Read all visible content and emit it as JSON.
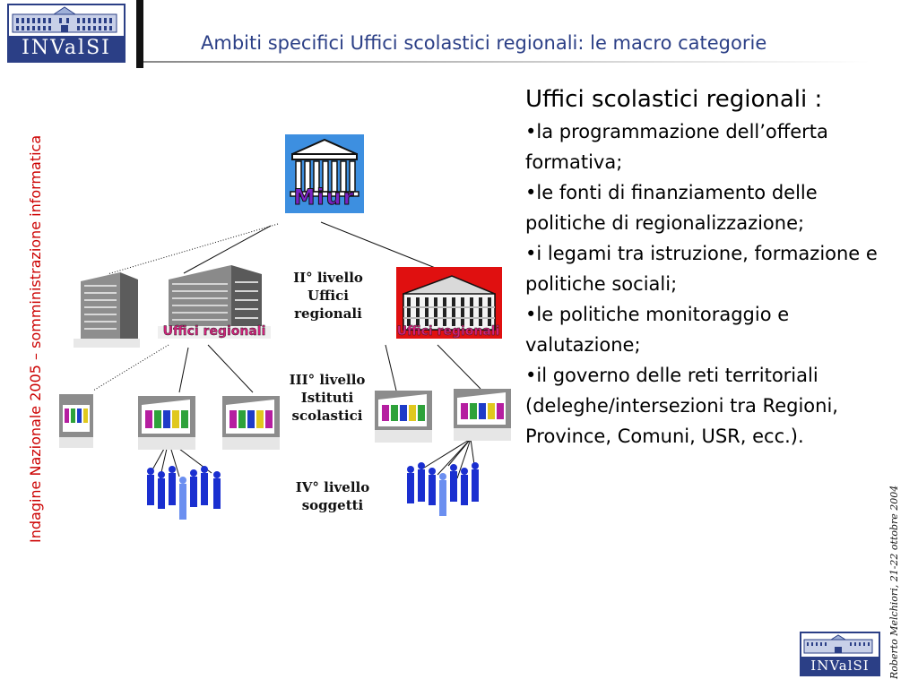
{
  "logo": {
    "word": "INValSI"
  },
  "slide": {
    "title": "Ambiti specifici Uffici scolastici regionali: le macro categorie"
  },
  "side_left": {
    "text": "Indagine Nazionale 2005 – somministrazione informatica"
  },
  "side_right": {
    "text": "Roberto Melchiori, 21-22 ottobre 2004"
  },
  "diagram": {
    "miur_label": "Miur",
    "office_label": "Uffici regionali",
    "levels": [
      {
        "lines": [
          "II° livello",
          "Uffici",
          "regionali"
        ]
      },
      {
        "lines": [
          "III° livello",
          "Istituti",
          "scolastici"
        ]
      },
      {
        "lines": [
          "IV° livello",
          "soggetti"
        ]
      }
    ]
  },
  "panel": {
    "heading": "Uffici scolastici regionali :",
    "bullets": [
      "•la programmazione dell’offerta formativa;",
      "•le fonti di finanziamento delle politiche di regionalizzazione;",
      "•i legami tra istruzione, formazione e politiche sociali;",
      "•le politiche monitoraggio e valutazione;",
      "•il governo delle reti territoriali (deleghe/intersezioni tra Regioni, Province, Comuni, USR, ecc.)."
    ]
  },
  "colors": {
    "brand_blue": "#2b3f86",
    "side_red": "#cc0000",
    "miur_bg": "#3d8fe0",
    "office_red": "#e01010",
    "people_blue": "#1a2fd0"
  },
  "icons": [
    "building-icon",
    "school-icon",
    "people-icon",
    "miur-temple-icon"
  ]
}
